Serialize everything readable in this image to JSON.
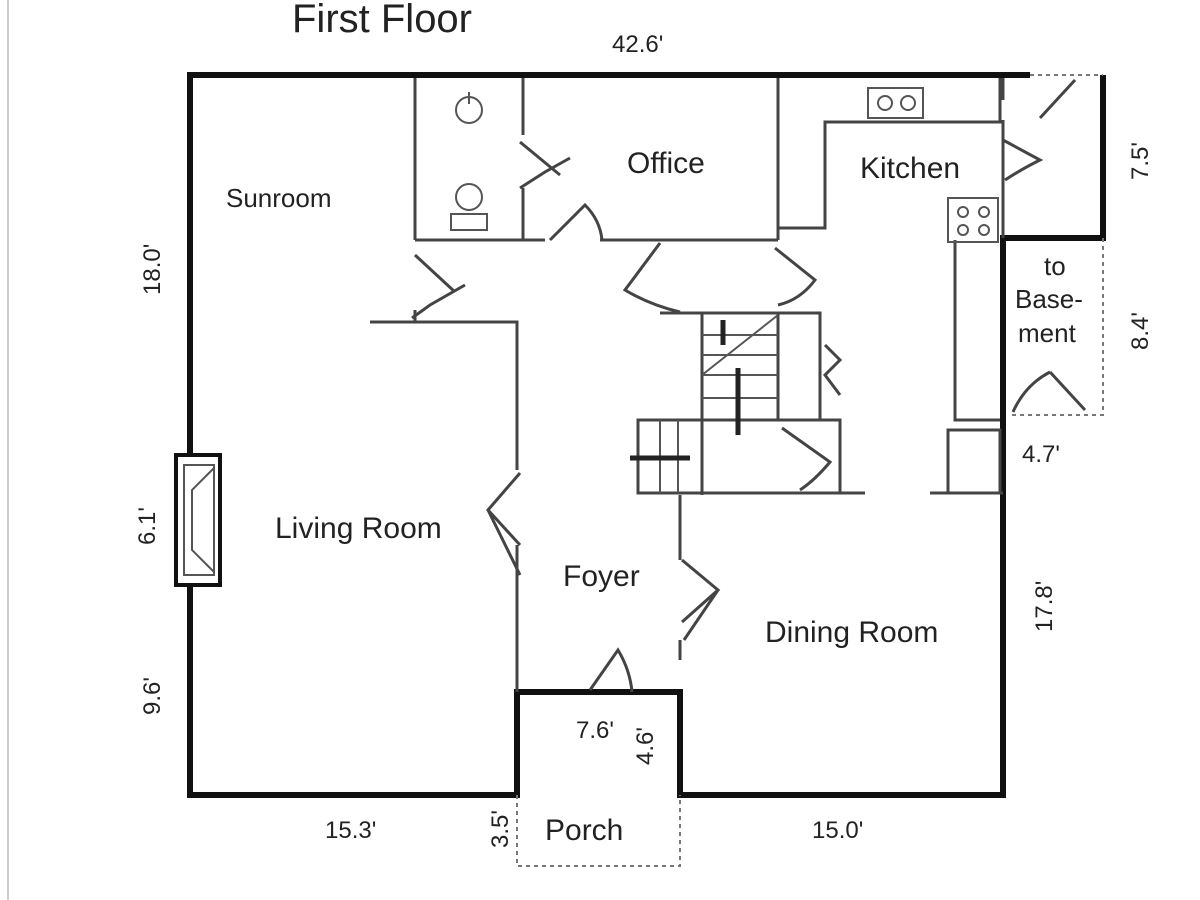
{
  "title": "First Floor",
  "rooms": {
    "sunroom": "Sunroom",
    "office": "Office",
    "kitchen": "Kitchen",
    "living_room": "Living Room",
    "foyer": "Foyer",
    "dining_room": "Dining Room",
    "porch": "Porch",
    "basement_line1": "to",
    "basement_line2": "Base-",
    "basement_line3": "ment"
  },
  "dimensions": {
    "top_width": "42.6'",
    "right_top": "7.5'",
    "right_basement": "8.4'",
    "basement_width": "4.7'",
    "right_dining": "17.8'",
    "left_top": "18.0'",
    "left_fireplace": "6.1'",
    "left_bottom": "9.6'",
    "bottom_left": "15.3'",
    "bottom_right": "15.0'",
    "porch_depth": "3.5'",
    "entry_width": "7.6'",
    "entry_depth": "4.6'"
  }
}
